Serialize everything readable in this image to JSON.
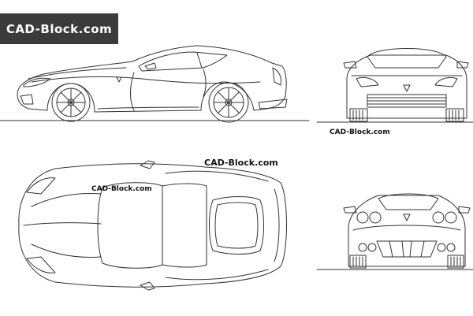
{
  "banner": {
    "text": "CAD-Block.com"
  },
  "watermarks": {
    "front": "CAD-Block.com",
    "top": "CAD-Block.com",
    "roof": "CAD-Block.com"
  },
  "colors": {
    "line": "#333333",
    "banner_bg": "#3b3b3b",
    "banner_text": "#ffffff"
  },
  "views": [
    "side-view",
    "front-view",
    "top-view",
    "rear-view"
  ]
}
